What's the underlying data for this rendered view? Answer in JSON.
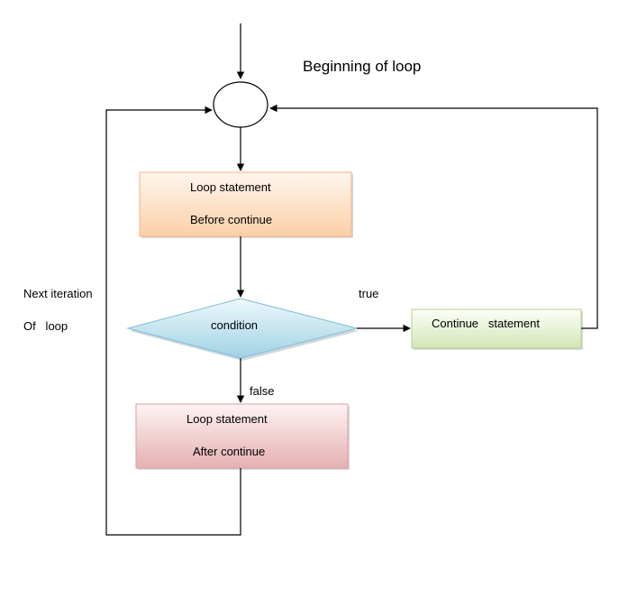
{
  "title": "Beginning of loop",
  "boxes": {
    "before": {
      "line1": "Loop statement",
      "line2": "Before continue"
    },
    "condition": "condition",
    "continue": "Continue   statement",
    "after": {
      "line1": "Loop statement",
      "line2": "After continue"
    }
  },
  "labels": {
    "true": "true",
    "false": "false",
    "next_iteration": {
      "line1": "Next iteration",
      "line2": "Of   loop"
    }
  },
  "colors": {
    "line": "#000000",
    "box_border": "#f4b183",
    "orange_light": "#fff5ec",
    "orange_dark": "#fbcfa8",
    "blue_light": "#eaf6fb",
    "blue_dark": "#9fd3e6",
    "green_light": "#fafdf4",
    "green_dark": "#d5e8b9",
    "red_light": "#fdf1f1",
    "red_dark": "#e6b3b5"
  }
}
